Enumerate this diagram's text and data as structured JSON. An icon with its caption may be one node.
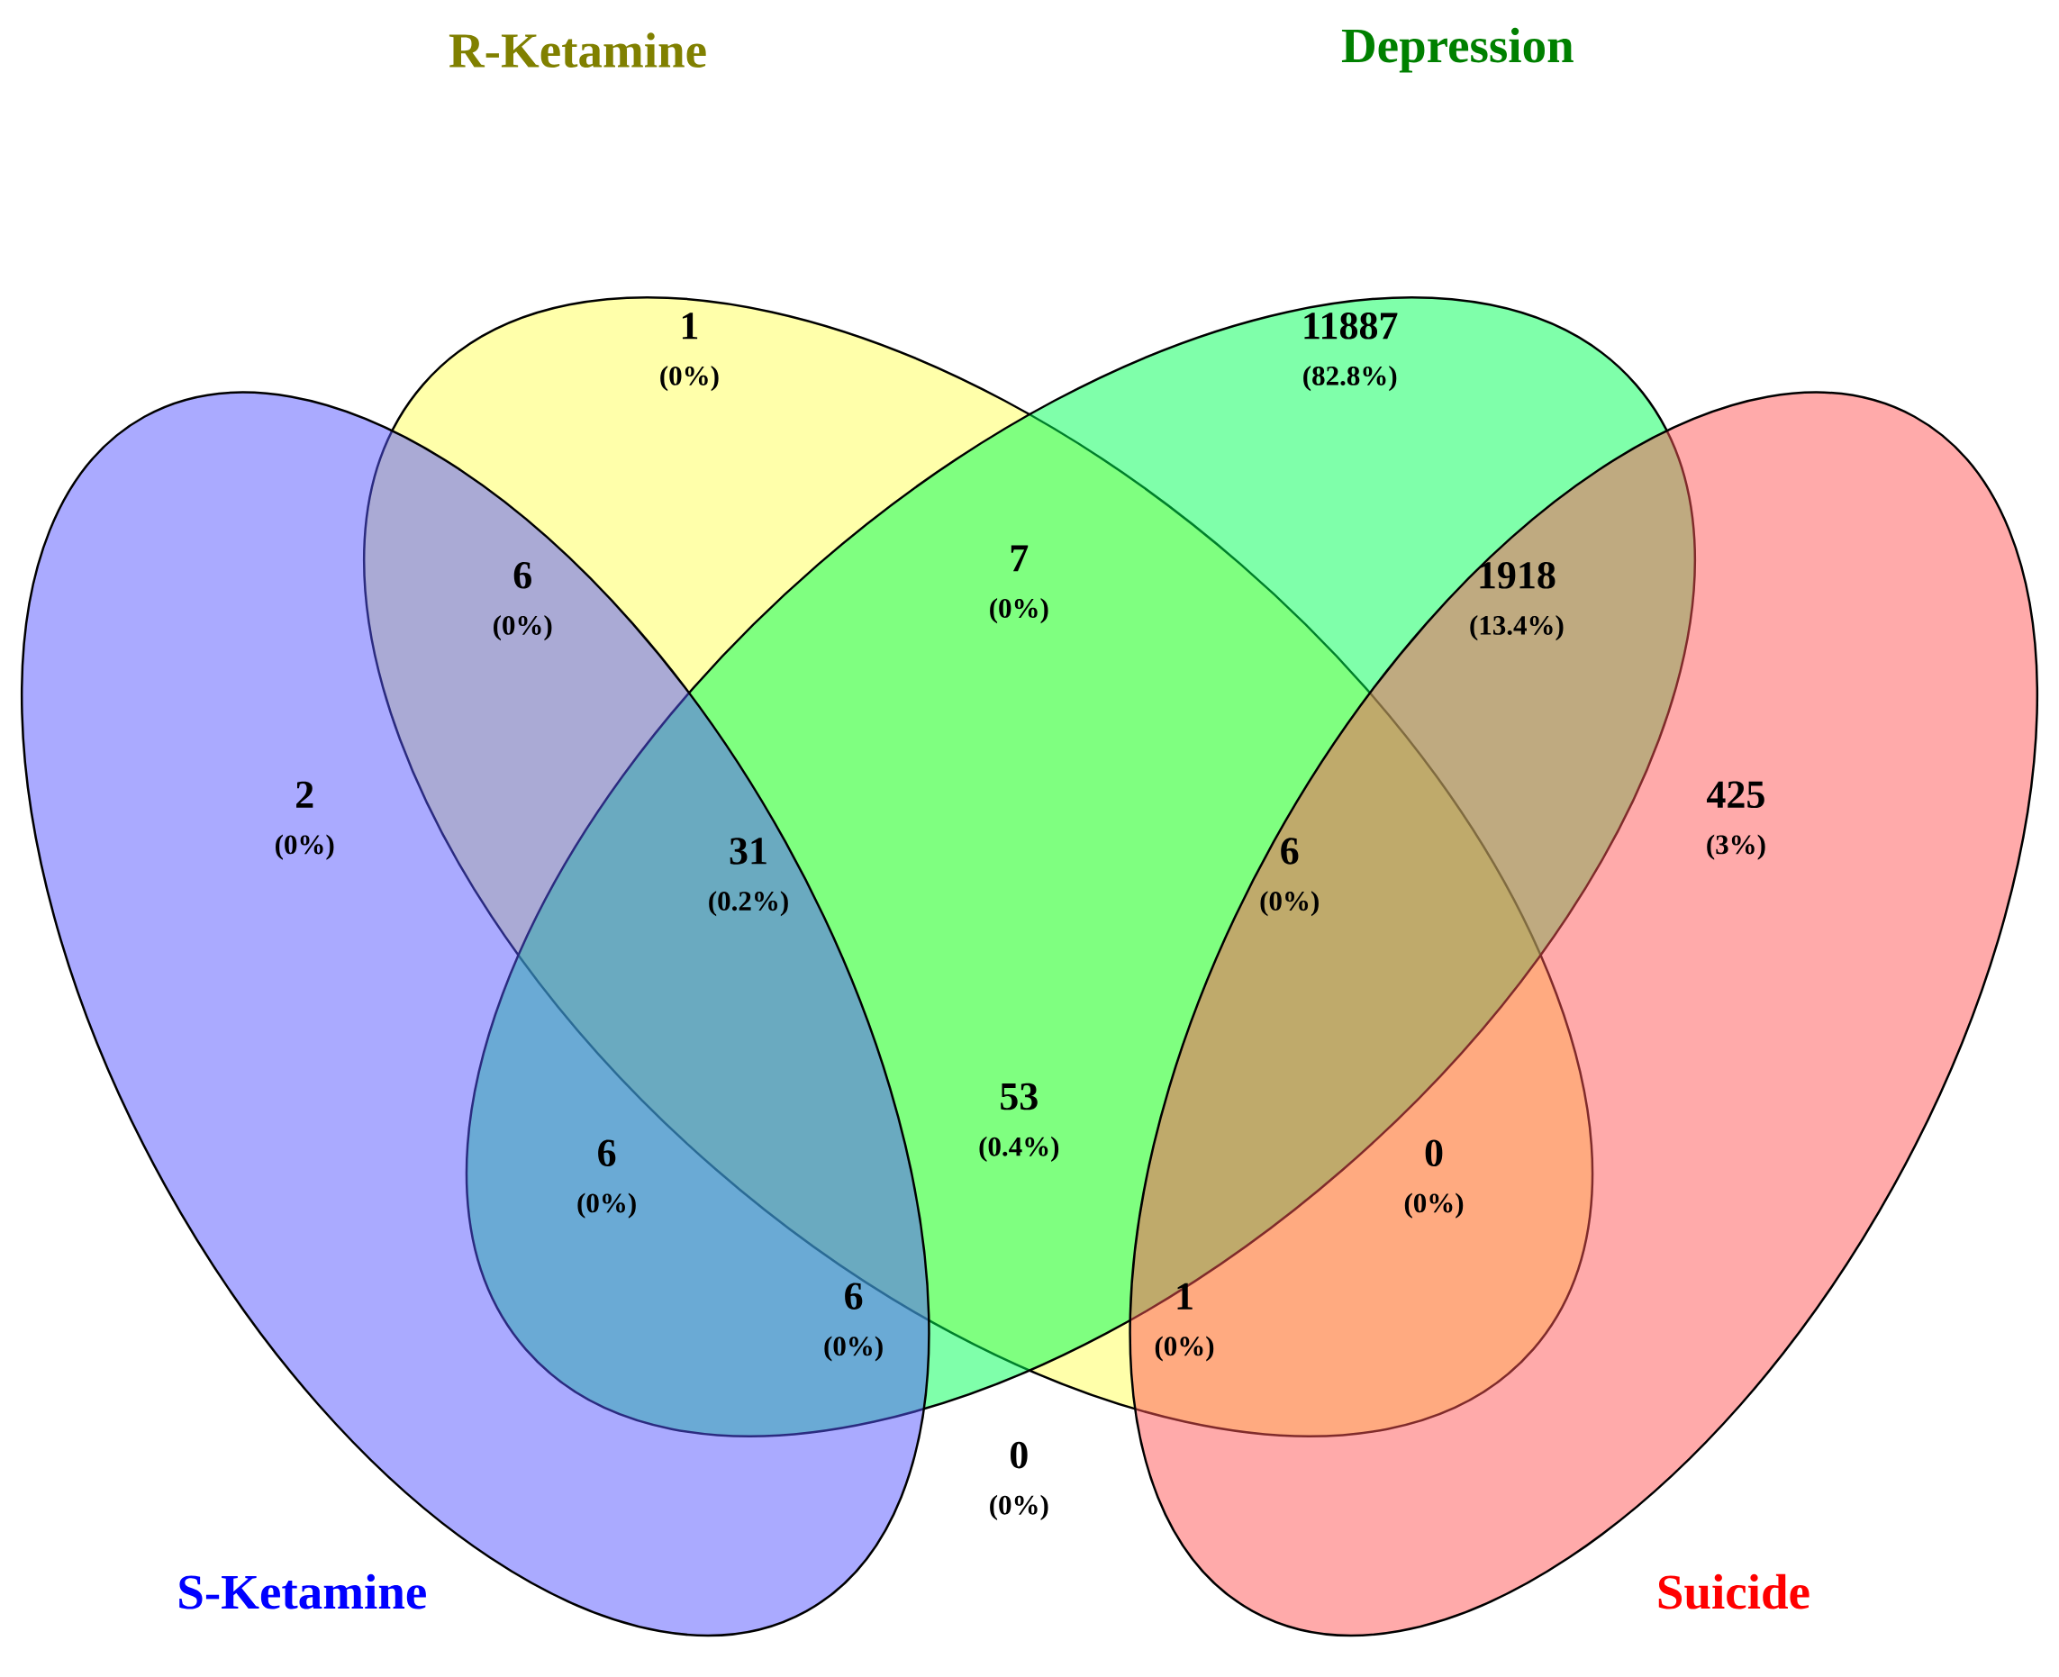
{
  "diagram": {
    "nodes": [
      {
        "text": [
          "R-Ketamine"
        ]
      },
      {
        "text": [
          "Depression"
        ]
      },
      {
        "text": [
          "S-Ketamine"
        ]
      },
      {
        "text": [
          "Suicide"
        ]
      }
    ],
    "labels": [
      "1",
      "(0%)",
      "11887",
      "(82.8%)",
      "7",
      "(0%)",
      "6",
      "(0%)",
      "1918",
      "(13.4%)",
      "2",
      "(0%)",
      "425",
      "(3%)",
      "31",
      "(0.2%)",
      "6",
      "(0%)",
      "53",
      "(0.4%)",
      "6",
      "(0%)",
      "0",
      "(0%)",
      "6",
      "(0%)",
      "1",
      "(0%)",
      "0",
      "(0%)"
    ]
  }
}
